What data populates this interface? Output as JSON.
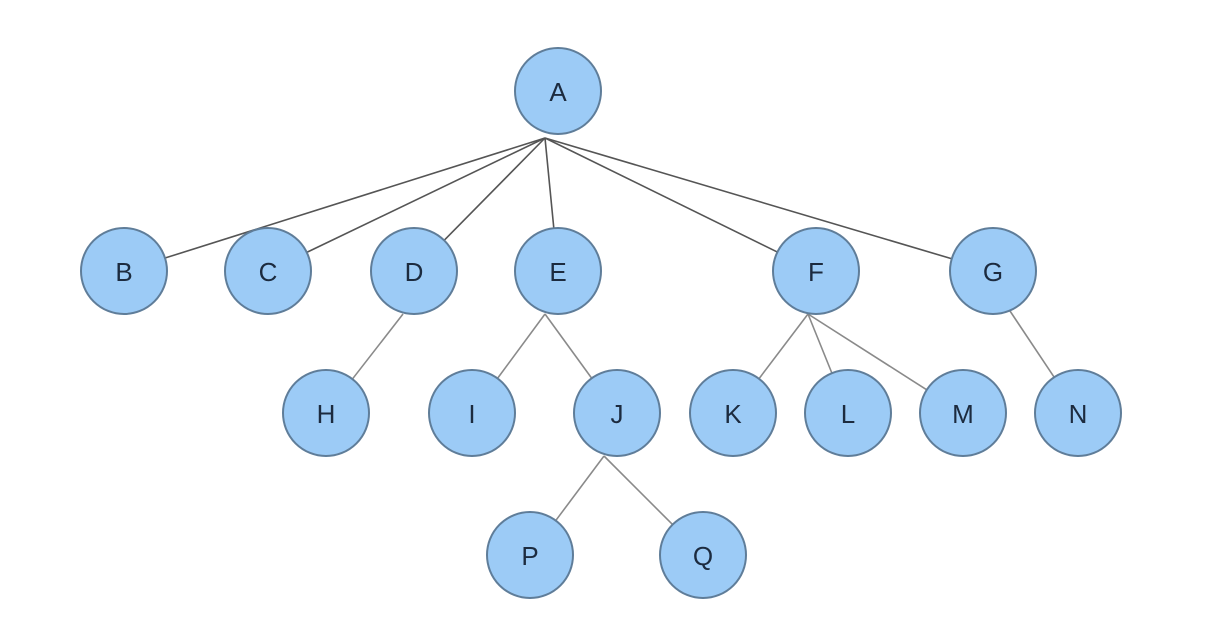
{
  "diagram": {
    "type": "tree",
    "colors": {
      "node_fill": "#9ccbf6",
      "node_stroke": "#5f7d99",
      "edge": "#8a8a8a",
      "label": "#1c2b3f"
    },
    "nodes": [
      {
        "id": "A",
        "label": "A"
      },
      {
        "id": "B",
        "label": "B"
      },
      {
        "id": "C",
        "label": "C"
      },
      {
        "id": "D",
        "label": "D"
      },
      {
        "id": "E",
        "label": "E"
      },
      {
        "id": "F",
        "label": "F"
      },
      {
        "id": "G",
        "label": "G"
      },
      {
        "id": "H",
        "label": "H"
      },
      {
        "id": "I",
        "label": "I"
      },
      {
        "id": "J",
        "label": "J"
      },
      {
        "id": "K",
        "label": "K"
      },
      {
        "id": "L",
        "label": "L"
      },
      {
        "id": "M",
        "label": "M"
      },
      {
        "id": "N",
        "label": "N"
      },
      {
        "id": "P",
        "label": "P"
      },
      {
        "id": "Q",
        "label": "Q"
      }
    ],
    "edges": [
      [
        "A",
        "B"
      ],
      [
        "A",
        "C"
      ],
      [
        "A",
        "D"
      ],
      [
        "A",
        "E"
      ],
      [
        "A",
        "F"
      ],
      [
        "A",
        "G"
      ],
      [
        "D",
        "H"
      ],
      [
        "E",
        "I"
      ],
      [
        "E",
        "J"
      ],
      [
        "F",
        "K"
      ],
      [
        "F",
        "L"
      ],
      [
        "F",
        "M"
      ],
      [
        "G",
        "N"
      ],
      [
        "J",
        "P"
      ],
      [
        "J",
        "Q"
      ]
    ]
  }
}
